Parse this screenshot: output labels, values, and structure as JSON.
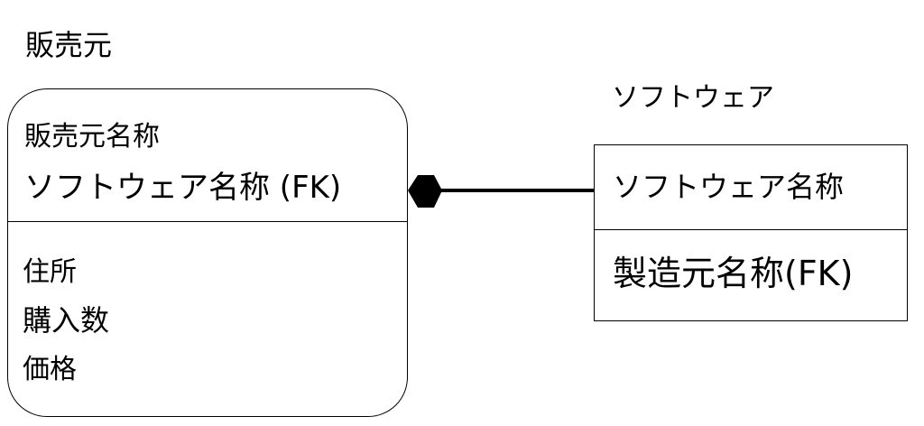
{
  "entities": {
    "hanbaimoto": {
      "title": "販売元",
      "keys": [
        "販売元名称",
        "ソフトウェア名称 (FK)"
      ],
      "attributes": [
        "住所",
        "購入数",
        "価格"
      ]
    },
    "software": {
      "title": "ソフトウェア",
      "keys": [
        "ソフトウェア名称"
      ],
      "attributes": [
        "製造元名称(FK)"
      ]
    }
  }
}
